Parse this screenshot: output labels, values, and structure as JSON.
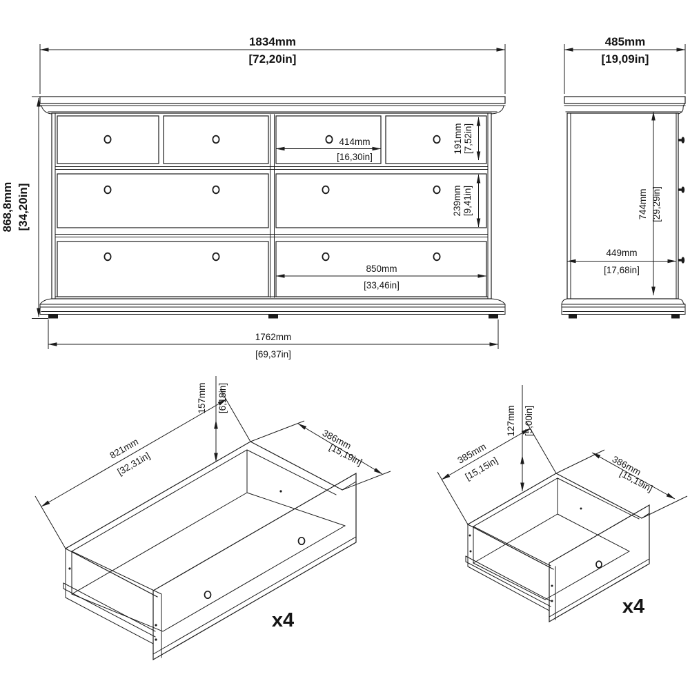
{
  "drawing": {
    "front_view": {
      "overall_width": {
        "mm": "1834mm",
        "inches": "[72,20in]"
      },
      "overall_height": {
        "mm": "868,8mm",
        "inches": "[34,20in]"
      },
      "top_drawer_width": {
        "mm": "414mm",
        "inches": "[16,30in]"
      },
      "top_drawer_height": {
        "mm": "191mm",
        "inches": "[7,52in]"
      },
      "large_drawer_height": {
        "mm": "239mm",
        "inches": "[9,41in]"
      },
      "bottom_drawer_width": {
        "mm": "850mm",
        "inches": "[33,46in]"
      },
      "base_width": {
        "mm": "1762mm",
        "inches": "[69,37in]"
      }
    },
    "side_view": {
      "overall_depth": {
        "mm": "485mm",
        "inches": "[19,09in]"
      },
      "inner_height": {
        "mm": "744mm",
        "inches": "[29,29in]"
      },
      "inner_depth": {
        "mm": "449mm",
        "inches": "[17,68in]"
      }
    },
    "wide_drawer": {
      "height": {
        "mm": "157mm",
        "inches": "[6,18in]"
      },
      "width": {
        "mm": "821mm",
        "inches": "[32,31in]"
      },
      "depth": {
        "mm": "386mm",
        "inches": "[15,19in]"
      },
      "quantity": "x4"
    },
    "square_drawer": {
      "height": {
        "mm": "127mm",
        "inches": "[5,00in]"
      },
      "width": {
        "mm": "385mm",
        "inches": "[15,15in]"
      },
      "depth": {
        "mm": "386mm",
        "inches": "[15,19in]"
      },
      "quantity": "x4"
    },
    "colors": {
      "line": "#1b1b1b",
      "background": "#ffffff"
    }
  }
}
